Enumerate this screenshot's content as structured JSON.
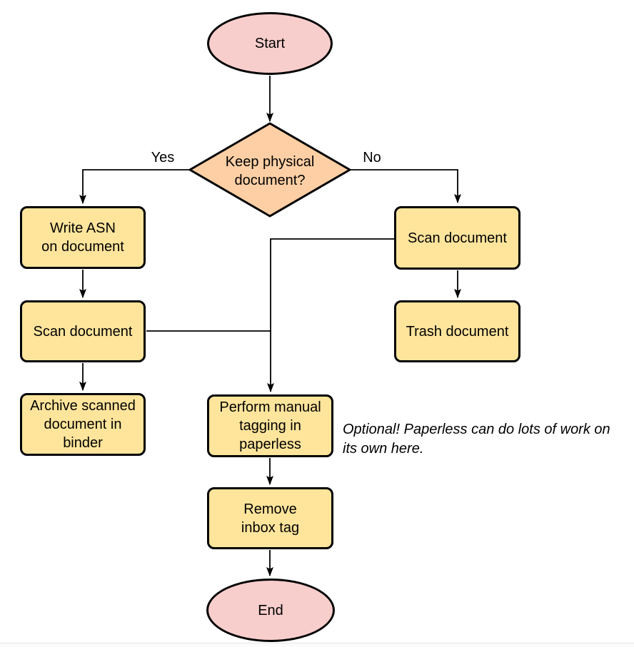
{
  "diagram": {
    "nodes": {
      "start": {
        "label": "Start",
        "shape": "ellipse"
      },
      "decision": {
        "label": "Keep physical\ndocument?",
        "shape": "diamond"
      },
      "write_asn": {
        "label": "Write ASN\non document",
        "shape": "process"
      },
      "scan_left": {
        "label": "Scan document",
        "shape": "process"
      },
      "archive": {
        "label": "Archive scanned\ndocument in\nbinder",
        "shape": "process"
      },
      "scan_right": {
        "label": "Scan document",
        "shape": "process"
      },
      "trash": {
        "label": "Trash document",
        "shape": "process"
      },
      "tagging": {
        "label": "Perform manual\ntagging in\npaperless",
        "shape": "process"
      },
      "remove_inbox": {
        "label": "Remove\ninbox tag",
        "shape": "process"
      },
      "end": {
        "label": "End",
        "shape": "ellipse"
      }
    },
    "edge_labels": {
      "yes": "Yes",
      "no": "No"
    },
    "note": "Optional! Paperless can do lots of work on\nits own here.",
    "colors": {
      "terminal_fill": "#f8cecc",
      "decision_fill": "#fecfa5",
      "process_fill": "#ffe59c",
      "stroke": "#000000",
      "note_text": "#000000"
    }
  }
}
